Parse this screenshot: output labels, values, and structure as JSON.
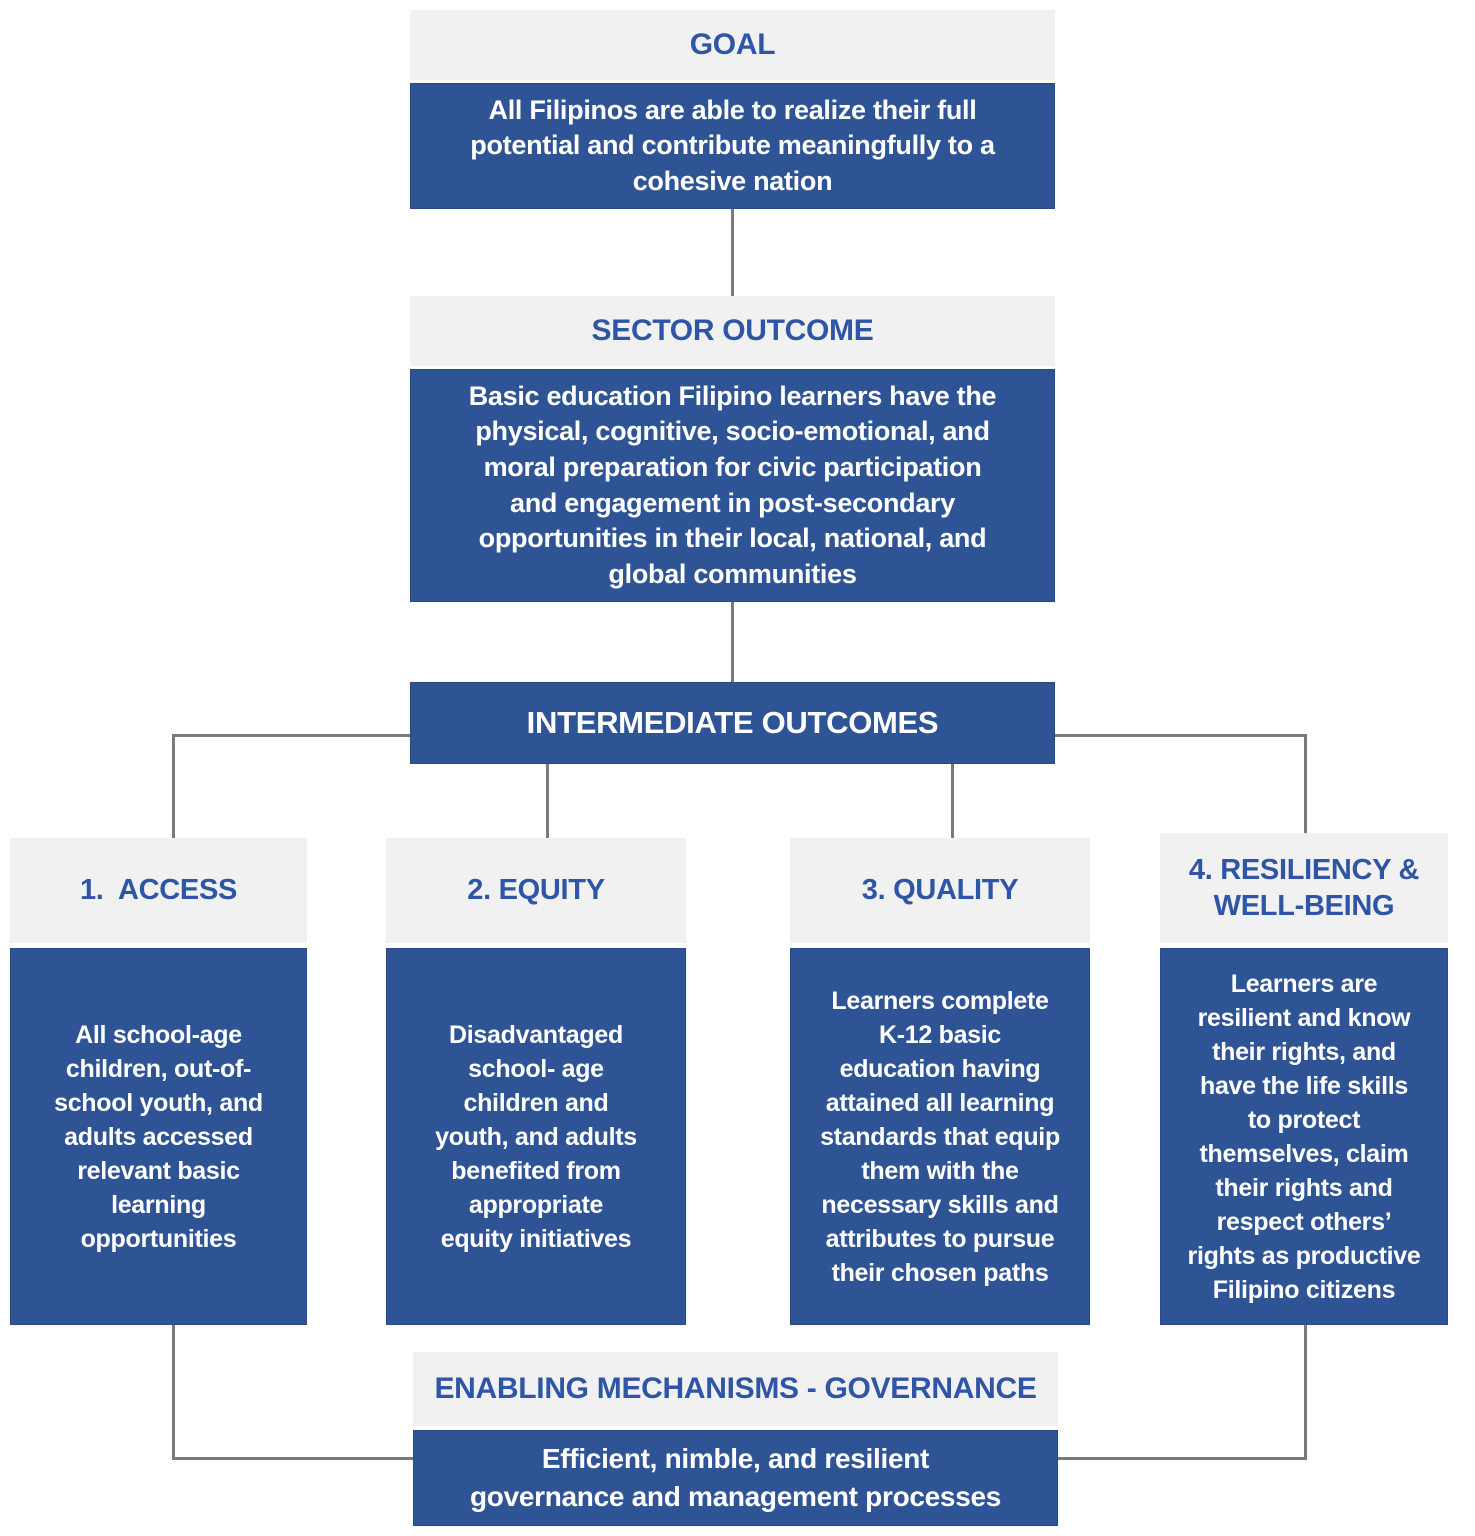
{
  "palette": {
    "box_blue": "#2F5496",
    "header_bg": "#F1F1F1",
    "header_text": "#2E55A6",
    "body_text": "#FFFFFF",
    "connector_gray": "#7B7B7B"
  },
  "goal": {
    "title": "GOAL",
    "body": "All Filipinos are able to realize their full\npotential and contribute meaningfully to a\ncohesive nation"
  },
  "sector_outcome": {
    "title": "SECTOR OUTCOME",
    "body": "Basic education Filipino learners have the\nphysical, cognitive, socio-emotional, and\nmoral preparation for civic participation\nand engagement in post-secondary\nopportunities in their local, national, and\nglobal communities"
  },
  "intermediate_outcomes": {
    "title": "INTERMEDIATE OUTCOMES",
    "columns": [
      {
        "title": "1.  ACCESS",
        "body": "All school-age\nchildren, out-of-\nschool youth, and\nadults accessed\nrelevant basic\nlearning\nopportunities"
      },
      {
        "title": "2. EQUITY",
        "body": "Disadvantaged\nschool- age\nchildren and\nyouth, and adults\nbenefited from\nappropriate\nequity initiatives"
      },
      {
        "title": "3. QUALITY",
        "body": "Learners complete\nK-12 basic\neducation having\nattained all learning\nstandards that equip\nthem with the\nnecessary skills and\nattributes to pursue\ntheir chosen paths"
      },
      {
        "title": "4. RESILIENCY &\nWELL-BEING",
        "body": "Learners are\nresilient and know\ntheir rights, and\nhave the life skills\nto protect\nthemselves, claim\ntheir rights and\nrespect others’\nrights as productive\nFilipino citizens"
      }
    ]
  },
  "enabling_mechanisms": {
    "title": "ENABLING MECHANISMS - GOVERNANCE",
    "body": "Efficient, nimble, and resilient\ngovernance and management processes"
  }
}
